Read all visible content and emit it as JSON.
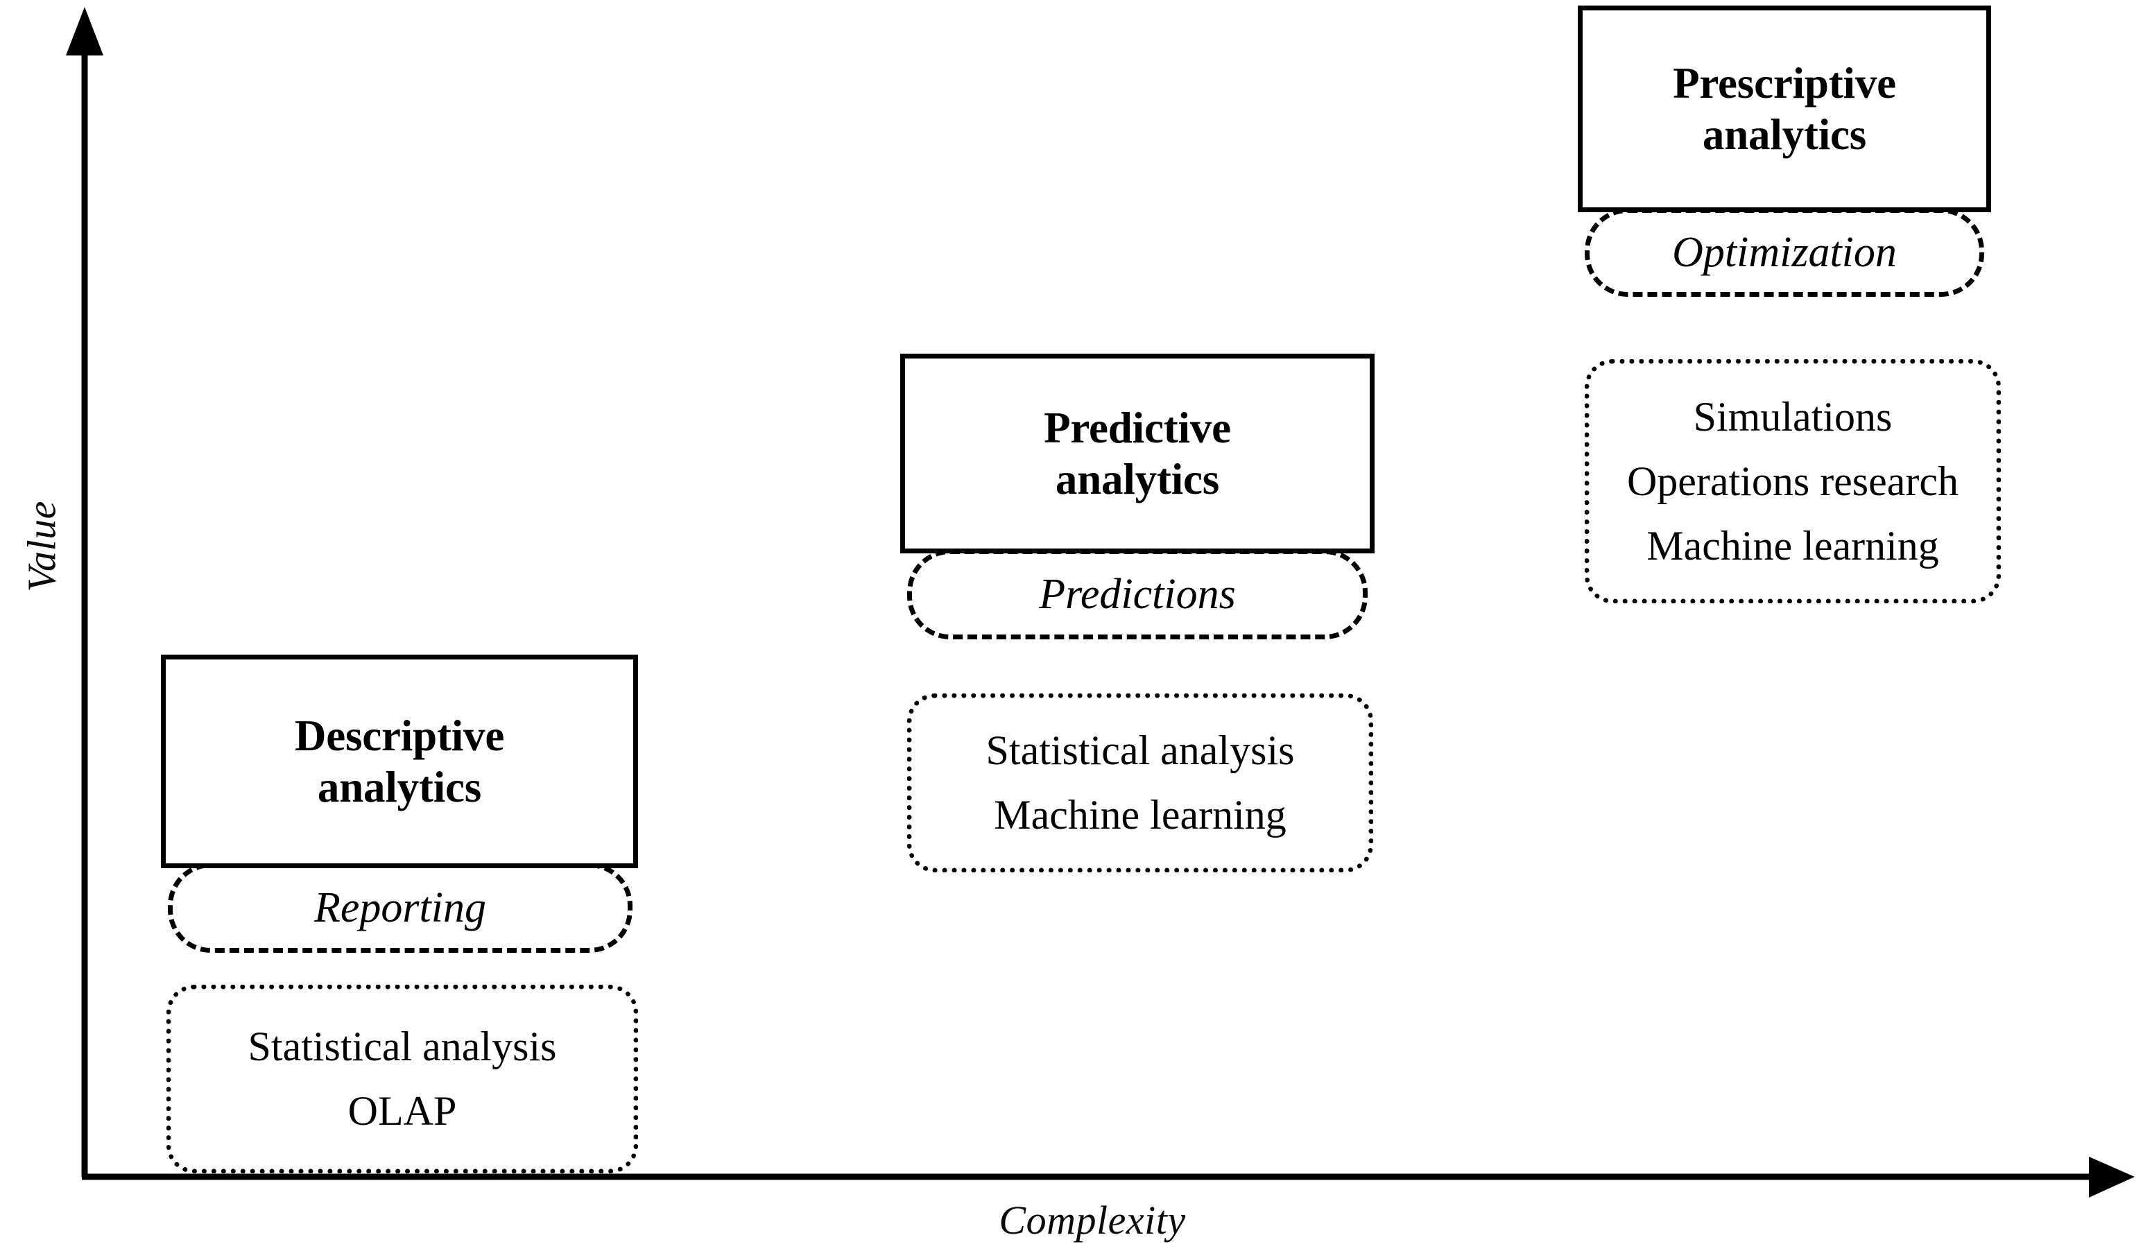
{
  "axes": {
    "y_label": "Value",
    "x_label": "Complexity"
  },
  "chart_data": {
    "type": "diagram",
    "title": "",
    "xlabel": "Complexity",
    "ylabel": "Value",
    "description": "Three analytics maturity stages plotted along increasing complexity and value",
    "categories": [
      "Descriptive analytics",
      "Predictive analytics",
      "Prescriptive analytics"
    ],
    "stages": [
      {
        "title": "Descriptive\nanalytics",
        "title_line1": "Descriptive",
        "title_line2": "analytics",
        "output": "Reporting",
        "techniques": [
          "Statistical analysis",
          "OLAP"
        ],
        "complexity_rank": 1,
        "value_rank": 1
      },
      {
        "title": "Predictive\nanalytics",
        "title_line1": "Predictive",
        "title_line2": "analytics",
        "output": "Predictions",
        "techniques": [
          "Statistical analysis",
          "Machine learning"
        ],
        "complexity_rank": 2,
        "value_rank": 2
      },
      {
        "title": "Prescriptive\nanalytics",
        "title_line1": "Prescriptive",
        "title_line2": "analytics",
        "output": "Optimization",
        "techniques": [
          "Simulations",
          "Operations research",
          "Machine learning"
        ],
        "complexity_rank": 3,
        "value_rank": 3
      }
    ],
    "legend": [],
    "grid": false,
    "colors": {
      "stroke": "#000000",
      "background": "#ffffff"
    }
  },
  "stages": [
    {
      "id": "descriptive",
      "title_line1": "Descriptive",
      "title_line2": "analytics",
      "output": "Reporting",
      "techniques": [
        "Statistical analysis",
        "OLAP"
      ]
    },
    {
      "id": "predictive",
      "title_line1": "Predictive",
      "title_line2": "analytics",
      "output": "Predictions",
      "techniques": [
        "Statistical analysis",
        "Machine learning"
      ]
    },
    {
      "id": "prescriptive",
      "title_line1": "Prescriptive",
      "title_line2": "analytics",
      "output": "Optimization",
      "techniques": [
        "Simulations",
        "Operations research",
        "Machine learning"
      ]
    }
  ]
}
